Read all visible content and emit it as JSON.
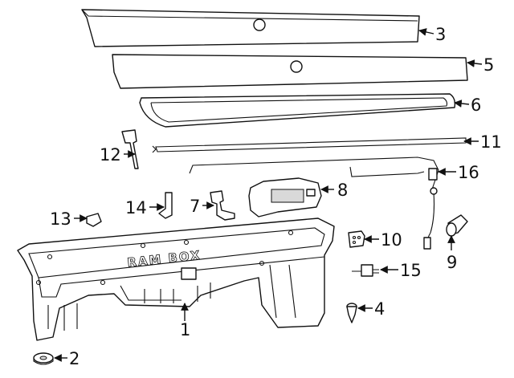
{
  "diagram": {
    "brand_text": "RAM BOX",
    "callouts": [
      {
        "id": "1",
        "label": "1"
      },
      {
        "id": "2",
        "label": "2"
      },
      {
        "id": "3",
        "label": "3"
      },
      {
        "id": "4",
        "label": "4"
      },
      {
        "id": "5",
        "label": "5"
      },
      {
        "id": "6",
        "label": "6"
      },
      {
        "id": "7",
        "label": "7"
      },
      {
        "id": "8",
        "label": "8"
      },
      {
        "id": "9",
        "label": "9"
      },
      {
        "id": "10",
        "label": "10"
      },
      {
        "id": "11",
        "label": "11"
      },
      {
        "id": "12",
        "label": "12"
      },
      {
        "id": "13",
        "label": "13"
      },
      {
        "id": "14",
        "label": "14"
      },
      {
        "id": "15",
        "label": "15"
      },
      {
        "id": "16",
        "label": "16"
      }
    ]
  }
}
